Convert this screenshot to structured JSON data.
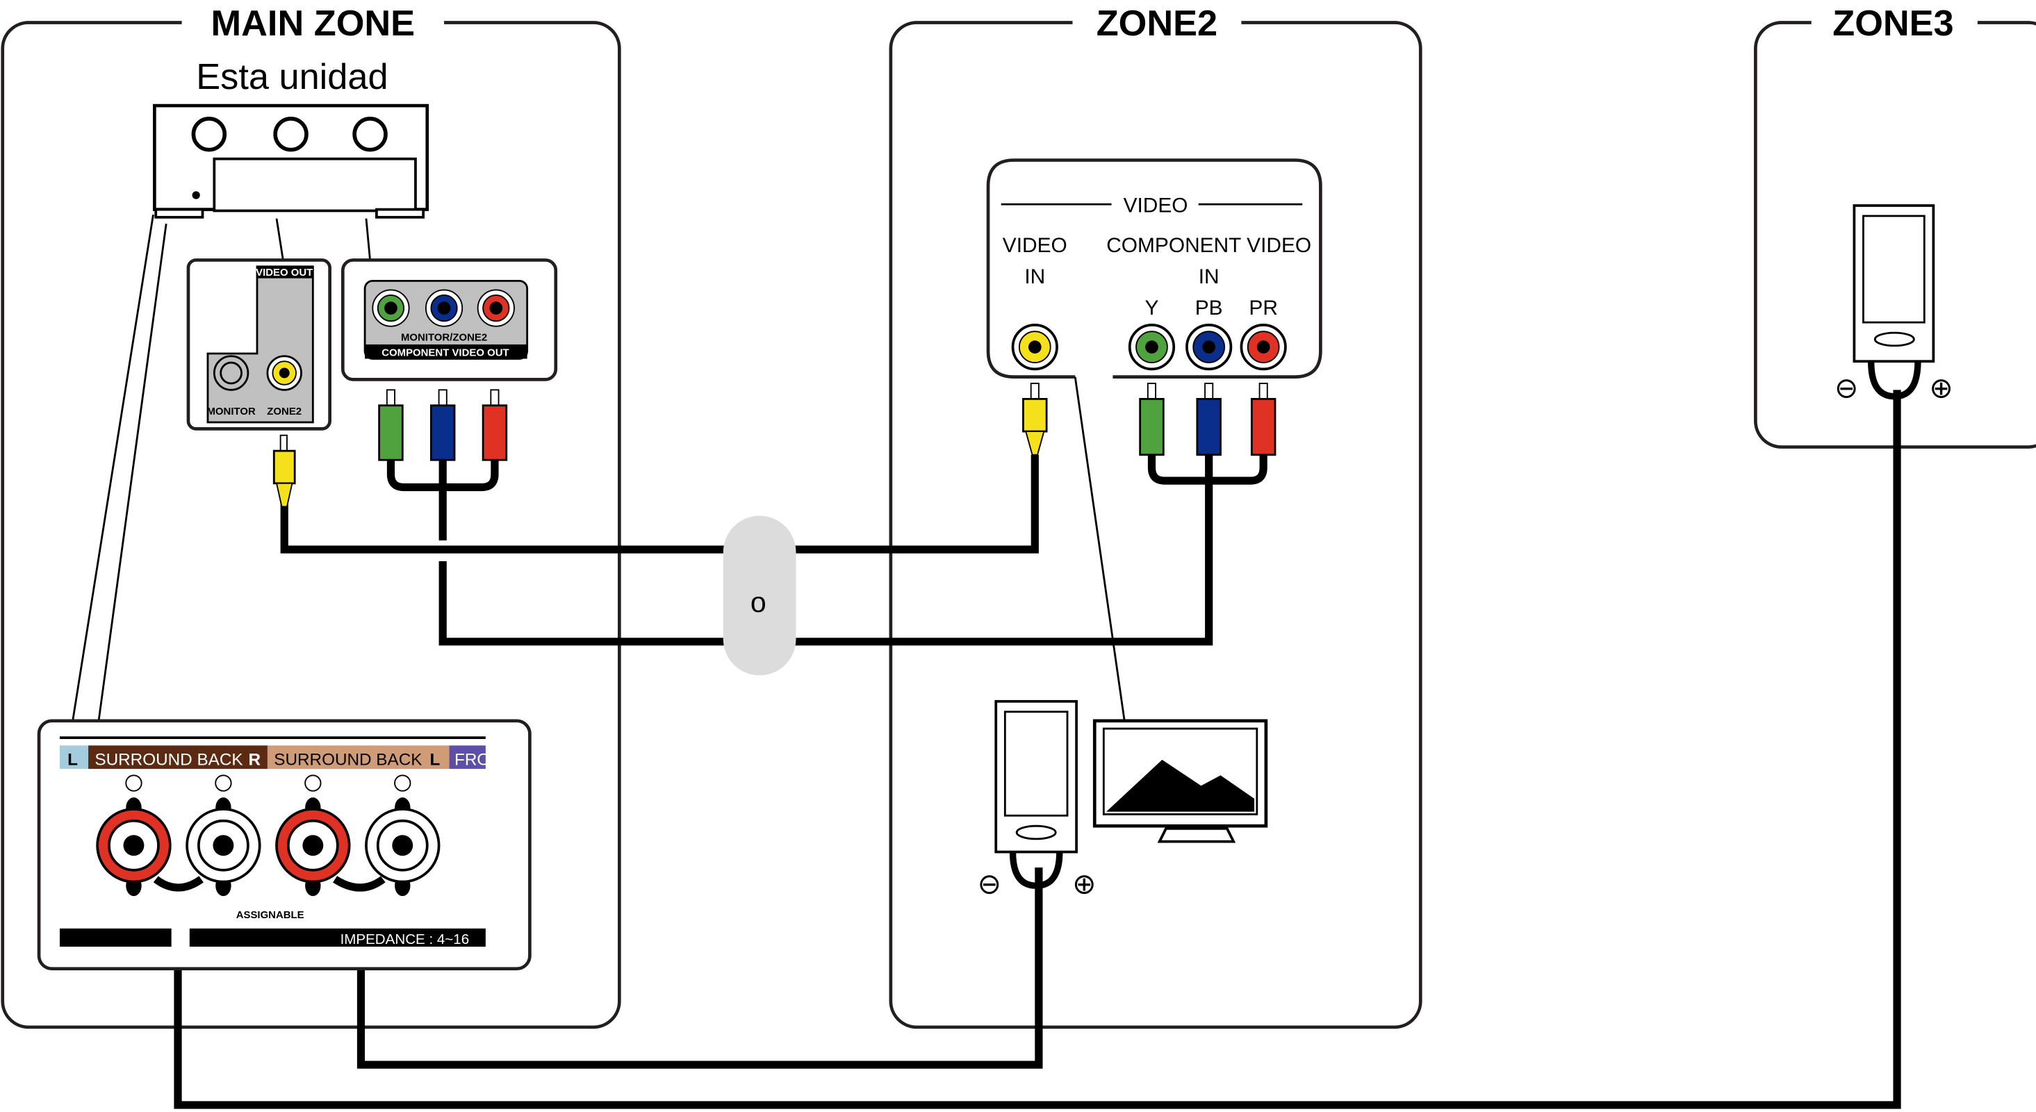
{
  "zones": {
    "main": {
      "title": "MAIN ZONE",
      "unit_label": "Esta unidad"
    },
    "zone2": {
      "title": "ZONE2"
    },
    "zone3": {
      "title": "ZONE3"
    }
  },
  "receiver_video_out": {
    "header": "VIDEO OUT",
    "jack_labels": [
      "MONITOR",
      "ZONE2"
    ]
  },
  "receiver_component_out": {
    "sub_label": "MONITOR/ZONE2",
    "header": "COMPONENT VIDEO OUT"
  },
  "speaker_terminals": {
    "left_fragment": "L",
    "sections": [
      {
        "label": "SURROUND BACK",
        "badge": "R",
        "color": "#5b2a12"
      },
      {
        "label": "SURROUND BACK",
        "badge": "L",
        "color": "#d09c78"
      },
      {
        "label": "FRON",
        "color": "#5d4fa8"
      }
    ],
    "left_color": "#a5ccdc",
    "assignable": "ASSIGNABLE",
    "impedance": "IMPEDANCE : 4~16"
  },
  "or_label": "o",
  "zone2_panel": {
    "group": "VIDEO",
    "video_in": [
      "VIDEO",
      "IN"
    ],
    "component_in": [
      "COMPONENT VIDEO",
      "IN"
    ],
    "component_labels": [
      "Y",
      "PB",
      "PR"
    ]
  },
  "terminal_symbols": {
    "minus": "⊖",
    "plus": "⊕"
  },
  "colors": {
    "yellow": "#f5e11b",
    "green": "#4fa23d",
    "blue": "#0a2e8c",
    "red": "#e03224",
    "panel_grey": "#c0c0c0",
    "or_pill": "#dcdcdc"
  }
}
